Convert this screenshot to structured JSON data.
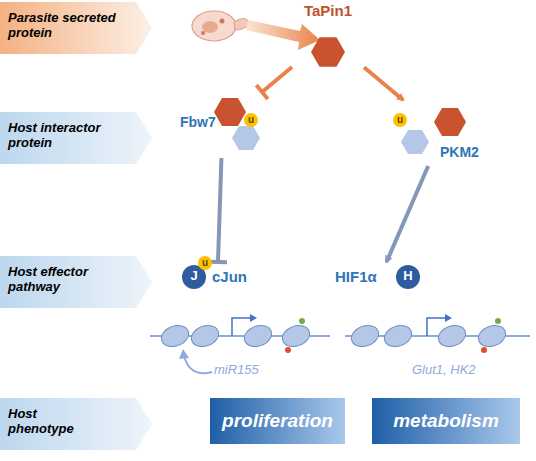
{
  "diagram": {
    "nodes": [
      {
        "text": [
          "Parasite secreted protein"
        ]
      },
      {
        "text": [
          "Host interactor protein"
        ]
      },
      {
        "text": [
          "Host effector pathway"
        ]
      },
      {
        "text": [
          "Host phenotype"
        ]
      },
      {
        "text": [
          "TaPin1"
        ]
      },
      {
        "text": [
          "Fbw7"
        ]
      },
      {
        "text": [
          "PKM2"
        ]
      },
      {
        "text": [
          "J",
          "cJun"
        ]
      },
      {
        "text": [
          "HIF1α",
          "H"
        ]
      },
      {
        "text": [
          "proliferation"
        ]
      },
      {
        "text": [
          "metabolism"
        ]
      }
    ],
    "edges": [
      {
        "from": 4,
        "to": 5,
        "arrow": "to"
      },
      {
        "from": 4,
        "to": 6,
        "arrow": "to"
      },
      {
        "from": 5,
        "to": 7,
        "arrow": "to"
      },
      {
        "from": 6,
        "to": 8,
        "arrow": "to"
      }
    ],
    "labels": [
      "u",
      "u",
      "u",
      "miR155",
      "Glut1, HK2"
    ]
  }
}
